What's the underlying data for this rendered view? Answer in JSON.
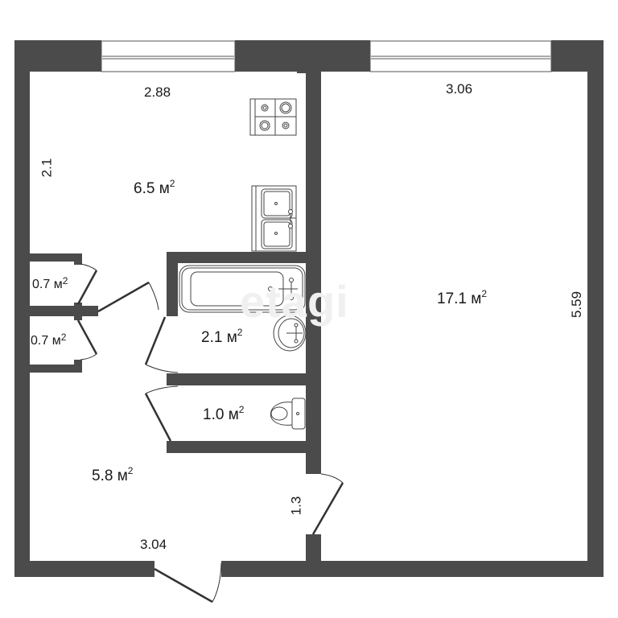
{
  "plan": {
    "wall_color": "#4b4b4b",
    "rooms": [
      {
        "id": "kitchen",
        "area": "6.5",
        "unit": "м",
        "sup": "2"
      },
      {
        "id": "living-room",
        "area": "17.1",
        "unit": "м",
        "sup": "2"
      },
      {
        "id": "closet-1",
        "area": "0.7",
        "unit": "м",
        "sup": "2"
      },
      {
        "id": "closet-2",
        "area": "0.7",
        "unit": "м",
        "sup": "2"
      },
      {
        "id": "bathroom",
        "area": "2.1",
        "unit": "м",
        "sup": "2"
      },
      {
        "id": "toilet",
        "area": "1.0",
        "unit": "м",
        "sup": "2"
      },
      {
        "id": "hallway",
        "area": "5.8",
        "unit": "м",
        "sup": "2"
      }
    ],
    "dimensions": {
      "kitchen_width": "2.88",
      "kitchen_depth": "2.1",
      "living_width": "3.06",
      "living_depth": "5.59",
      "hallway_width": "3.04",
      "hallway_door": "1.3"
    },
    "watermark": "etagi"
  }
}
